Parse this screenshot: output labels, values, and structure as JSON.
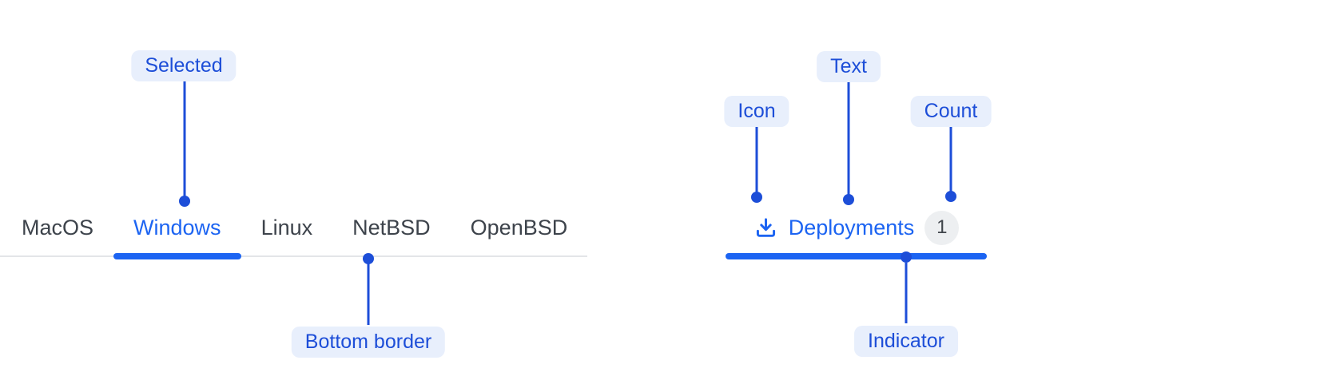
{
  "left_tabs": {
    "items": [
      {
        "label": "MacOS",
        "selected": false
      },
      {
        "label": "Windows",
        "selected": true
      },
      {
        "label": "Linux",
        "selected": false
      },
      {
        "label": "NetBSD",
        "selected": false
      },
      {
        "label": "OpenBSD",
        "selected": false
      }
    ]
  },
  "deployments_tab": {
    "icon": "download-icon",
    "label": "Deployments",
    "count": "1",
    "selected": true
  },
  "annotations": {
    "selected": "Selected",
    "bottom_border": "Bottom border",
    "icon": "Icon",
    "text": "Text",
    "count": "Count",
    "indicator": "Indicator"
  },
  "colors": {
    "tab_accent_blue": "#1c64f2",
    "annotation_blue": "#1d4ed8",
    "annotation_pill_bg": "#e8effc",
    "tab_text_gray": "#3d434b",
    "tabbar_border_gray": "#e3e5e8",
    "count_badge_bg": "#edeff1",
    "count_badge_text": "#40454b",
    "background": "#ffffff"
  }
}
